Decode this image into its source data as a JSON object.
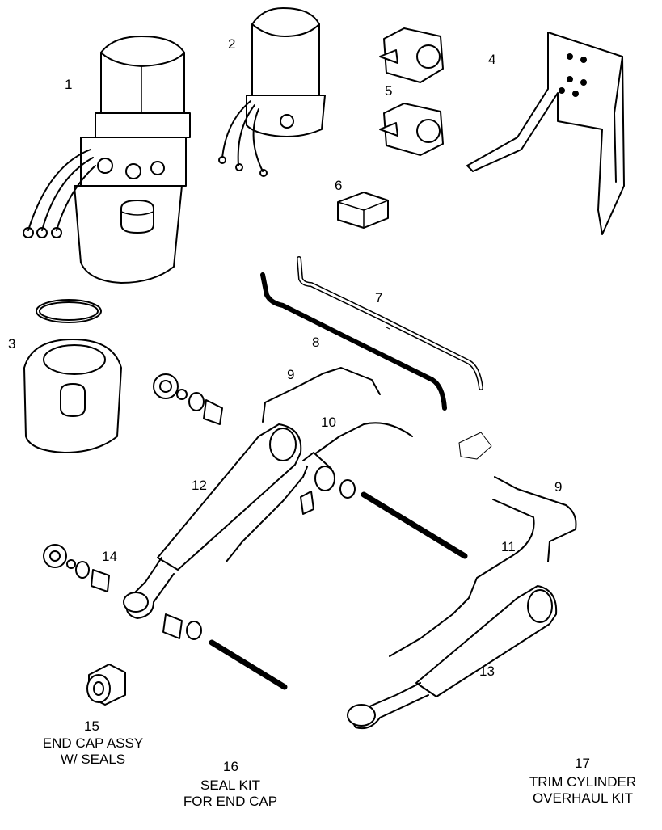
{
  "callouts": {
    "c1": "1",
    "c2": "2",
    "c3": "3",
    "c4": "4",
    "c5": "5",
    "c6": "6",
    "c7": "7",
    "c8": "8",
    "c9a": "9",
    "c9b": "9",
    "c10": "10",
    "c11": "11",
    "c12": "12",
    "c13": "13",
    "c14": "14",
    "c15": "15",
    "c16": "16",
    "c17": "17"
  },
  "captions": {
    "end_cap_line1": "END CAP ASSY",
    "end_cap_line2": "W/ SEALS",
    "seal_kit_line1": "SEAL KIT",
    "seal_kit_line2": "FOR END CAP",
    "trim_line1": "TRIM CYLINDER",
    "trim_line2": "OVERHAUL KIT"
  }
}
